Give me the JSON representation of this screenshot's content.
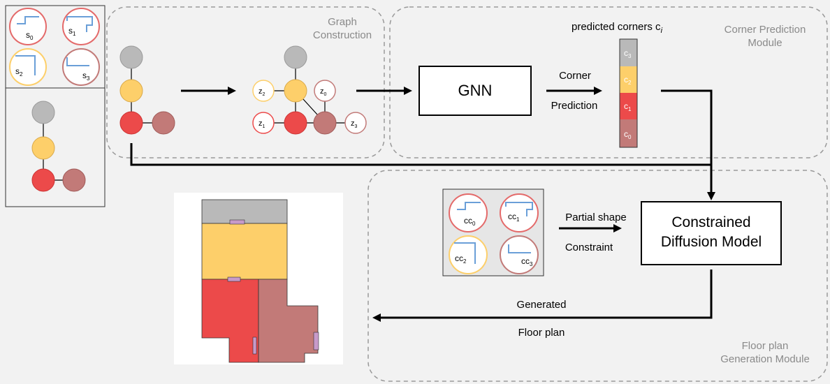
{
  "labels": {
    "graph_construction_1": "Graph",
    "graph_construction_2": "Construction",
    "corner_module_1": "Corner Prediction",
    "corner_module_2": "Module",
    "floor_module_1": "Floor plan",
    "floor_module_2": "Generation Module",
    "predicted_corners": "predicted corners c",
    "predicted_corners_sub": "i",
    "gnn": "GNN",
    "corner_label_1": "Corner",
    "corner_label_2": "Prediction",
    "partial_1": "Partial shape",
    "partial_2": "Constraint",
    "cdm_1": "Constrained",
    "cdm_2": "Diffusion Model",
    "generated_1": "Generated",
    "generated_2": "Floor plan"
  },
  "shape_samples": [
    {
      "base": "s",
      "sub": "0"
    },
    {
      "base": "s",
      "sub": "1"
    },
    {
      "base": "s",
      "sub": "2"
    },
    {
      "base": "s",
      "sub": "3"
    }
  ],
  "latent_nodes": [
    {
      "base": "z",
      "sub": "2"
    },
    {
      "base": "z",
      "sub": "0"
    },
    {
      "base": "z",
      "sub": "1"
    },
    {
      "base": "z",
      "sub": "3"
    }
  ],
  "corner_bar": [
    {
      "base": "c",
      "sub": "3",
      "color": "#b9b9b9"
    },
    {
      "base": "c",
      "sub": "2",
      "color": "#fdcf6a"
    },
    {
      "base": "c",
      "sub": "1",
      "color": "#ec4a4a"
    },
    {
      "base": "c",
      "sub": "0",
      "color": "#c27a78"
    }
  ],
  "constraints": [
    {
      "base": "cc",
      "sub": "0"
    },
    {
      "base": "cc",
      "sub": "1"
    },
    {
      "base": "cc",
      "sub": "2"
    },
    {
      "base": "cc",
      "sub": "3"
    }
  ],
  "colors": {
    "gray": "#b9b9b9",
    "yellow": "#fdcf6a",
    "red": "#ec4a4a",
    "brown": "#c27a78",
    "blue": "#6a9fd8",
    "door": "#c79ac9"
  }
}
